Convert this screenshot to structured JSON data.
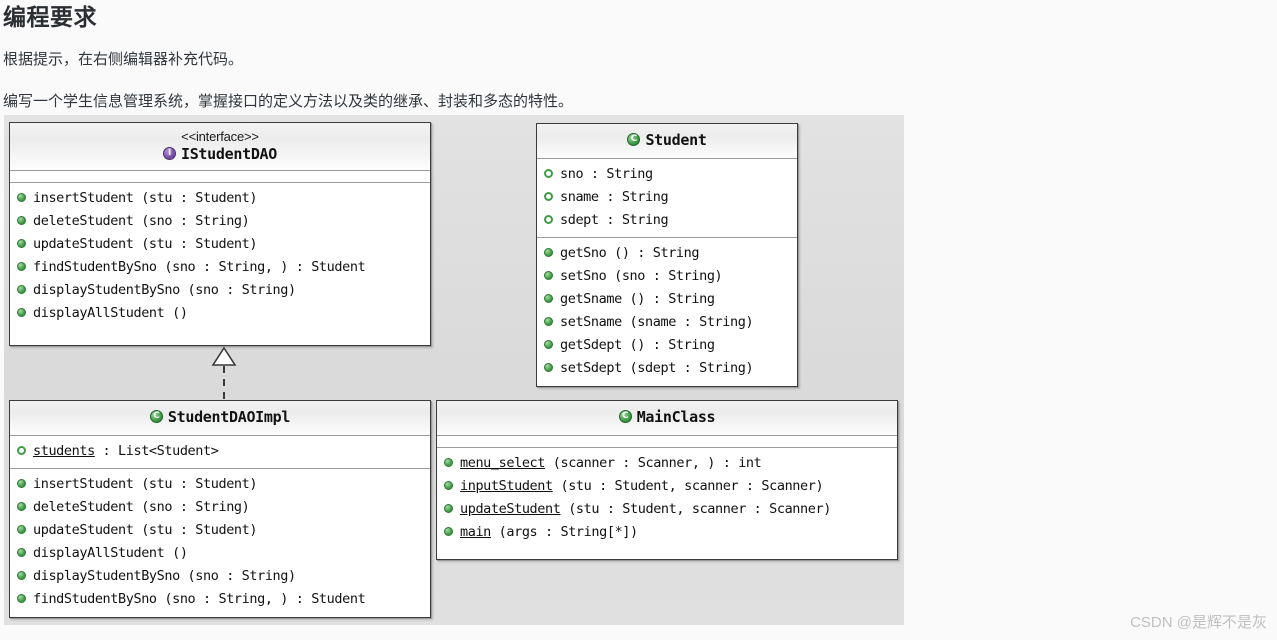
{
  "article": {
    "title": "编程要求",
    "paragraph_1": "根据提示，在右侧编辑器补充代码。",
    "paragraph_2": "编写一个学生信息管理系统，掌握接口的定义方法以及类的继承、封装和多态的特性。"
  },
  "diagram": {
    "type": "uml-class-diagram",
    "relationship": {
      "kind": "realization",
      "from": "StudentDAOImpl",
      "to": "IStudentDAO",
      "line_style": "dashed",
      "arrow_head": "hollow-triangle"
    },
    "classes": [
      {
        "id": "istudentdao",
        "stereotype": "<<interface>>",
        "name": "IStudentDAO",
        "icon": "interface-icon",
        "attributes": [],
        "operations": [
          {
            "text": "insertStudent (stu : Student)",
            "visibility": "public",
            "static": false
          },
          {
            "text": "deleteStudent (sno : String)",
            "visibility": "public",
            "static": false
          },
          {
            "text": "updateStudent (stu : Student)",
            "visibility": "public",
            "static": false
          },
          {
            "text": "findStudentBySno (sno : String, ) : Student",
            "visibility": "public",
            "static": false
          },
          {
            "text": "displayStudentBySno (sno : String)",
            "visibility": "public",
            "static": false
          },
          {
            "text": "displayAllStudent ()",
            "visibility": "public",
            "static": false
          }
        ]
      },
      {
        "id": "student",
        "stereotype": "",
        "name": "Student",
        "icon": "class-icon",
        "attributes": [
          {
            "text": "sno : String",
            "visibility": "private",
            "static": false
          },
          {
            "text": "sname : String",
            "visibility": "private",
            "static": false
          },
          {
            "text": "sdept : String",
            "visibility": "private",
            "static": false
          }
        ],
        "operations": [
          {
            "text": "getSno () : String",
            "visibility": "public",
            "static": false
          },
          {
            "text": "setSno (sno : String)",
            "visibility": "public",
            "static": false
          },
          {
            "text": "getSname () : String",
            "visibility": "public",
            "static": false
          },
          {
            "text": "setSname (sname : String)",
            "visibility": "public",
            "static": false
          },
          {
            "text": "getSdept () : String",
            "visibility": "public",
            "static": false
          },
          {
            "text": "setSdept (sdept : String)",
            "visibility": "public",
            "static": false
          }
        ]
      },
      {
        "id": "studentdaoimpl",
        "stereotype": "",
        "name": "StudentDAOImpl",
        "icon": "class-icon",
        "attributes": [
          {
            "name": "students",
            "rest": " : List<Student>",
            "visibility": "private",
            "static": true
          }
        ],
        "operations": [
          {
            "text": "insertStudent (stu : Student)",
            "visibility": "public",
            "static": false
          },
          {
            "text": "deleteStudent (sno : String)",
            "visibility": "public",
            "static": false
          },
          {
            "text": "updateStudent (stu : Student)",
            "visibility": "public",
            "static": false
          },
          {
            "text": "displayAllStudent ()",
            "visibility": "public",
            "static": false
          },
          {
            "text": "displayStudentBySno (sno : String)",
            "visibility": "public",
            "static": false
          },
          {
            "text": "findStudentBySno (sno : String, ) : Student",
            "visibility": "public",
            "static": false
          }
        ]
      },
      {
        "id": "mainclass",
        "stereotype": "",
        "name": "MainClass",
        "icon": "class-icon",
        "attributes": [],
        "operations": [
          {
            "name": "menu_select",
            "rest": " (scanner : Scanner, ) : int",
            "visibility": "public",
            "static": true
          },
          {
            "name": "inputStudent",
            "rest": " (stu : Student, scanner : Scanner)",
            "visibility": "public",
            "static": true
          },
          {
            "name": "updateStudent",
            "rest": " (stu : Student, scanner : Scanner)",
            "visibility": "public",
            "static": true
          },
          {
            "name": "main",
            "rest": " (args : String[*])",
            "visibility": "public",
            "static": true
          }
        ]
      }
    ]
  },
  "watermark": {
    "text": "CSDN @是辉不是灰"
  },
  "colors": {
    "canvas_bg": "#dedede",
    "class_border": "#3b3b3b",
    "class_bg": "#ffffff",
    "interface_icon": "#7a4fa8",
    "class_icon": "#3d9c44",
    "member_bullet": "#3f9c46",
    "text": "#111111"
  }
}
